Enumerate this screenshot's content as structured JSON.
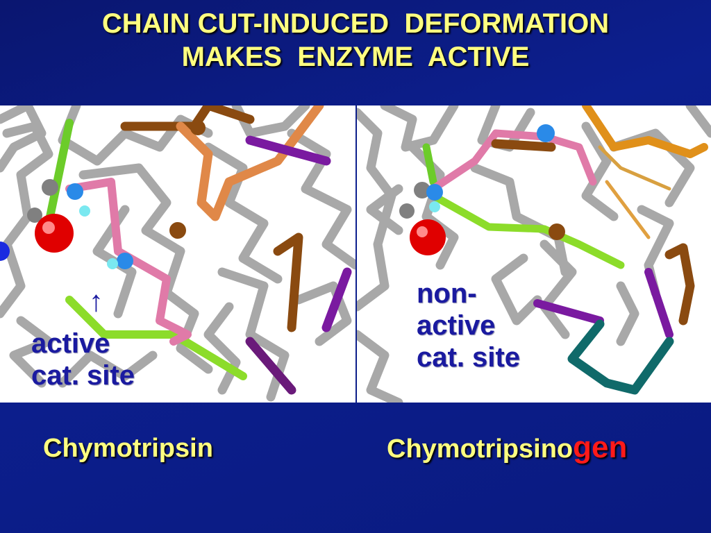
{
  "title": {
    "line1": "CHAIN CUT-INDUCED  DEFORMATION",
    "line2": "MAKES  ENZYME  ACTIVE"
  },
  "left_panel": {
    "arrow": "↑",
    "label_line1": "active",
    "label_line2": "cat. site"
  },
  "right_panel": {
    "label_line1": "non-",
    "label_line2": "active",
    "label_line3": "cat. site"
  },
  "captions": {
    "left": "Chymotripsin",
    "right_main": "Chymotripsino",
    "right_suffix": "gen"
  },
  "colors": {
    "background": "#0c1f8f",
    "title_text": "#ffff80",
    "label_text": "#1a1aa0",
    "suffix_red": "#ff1a1a"
  }
}
